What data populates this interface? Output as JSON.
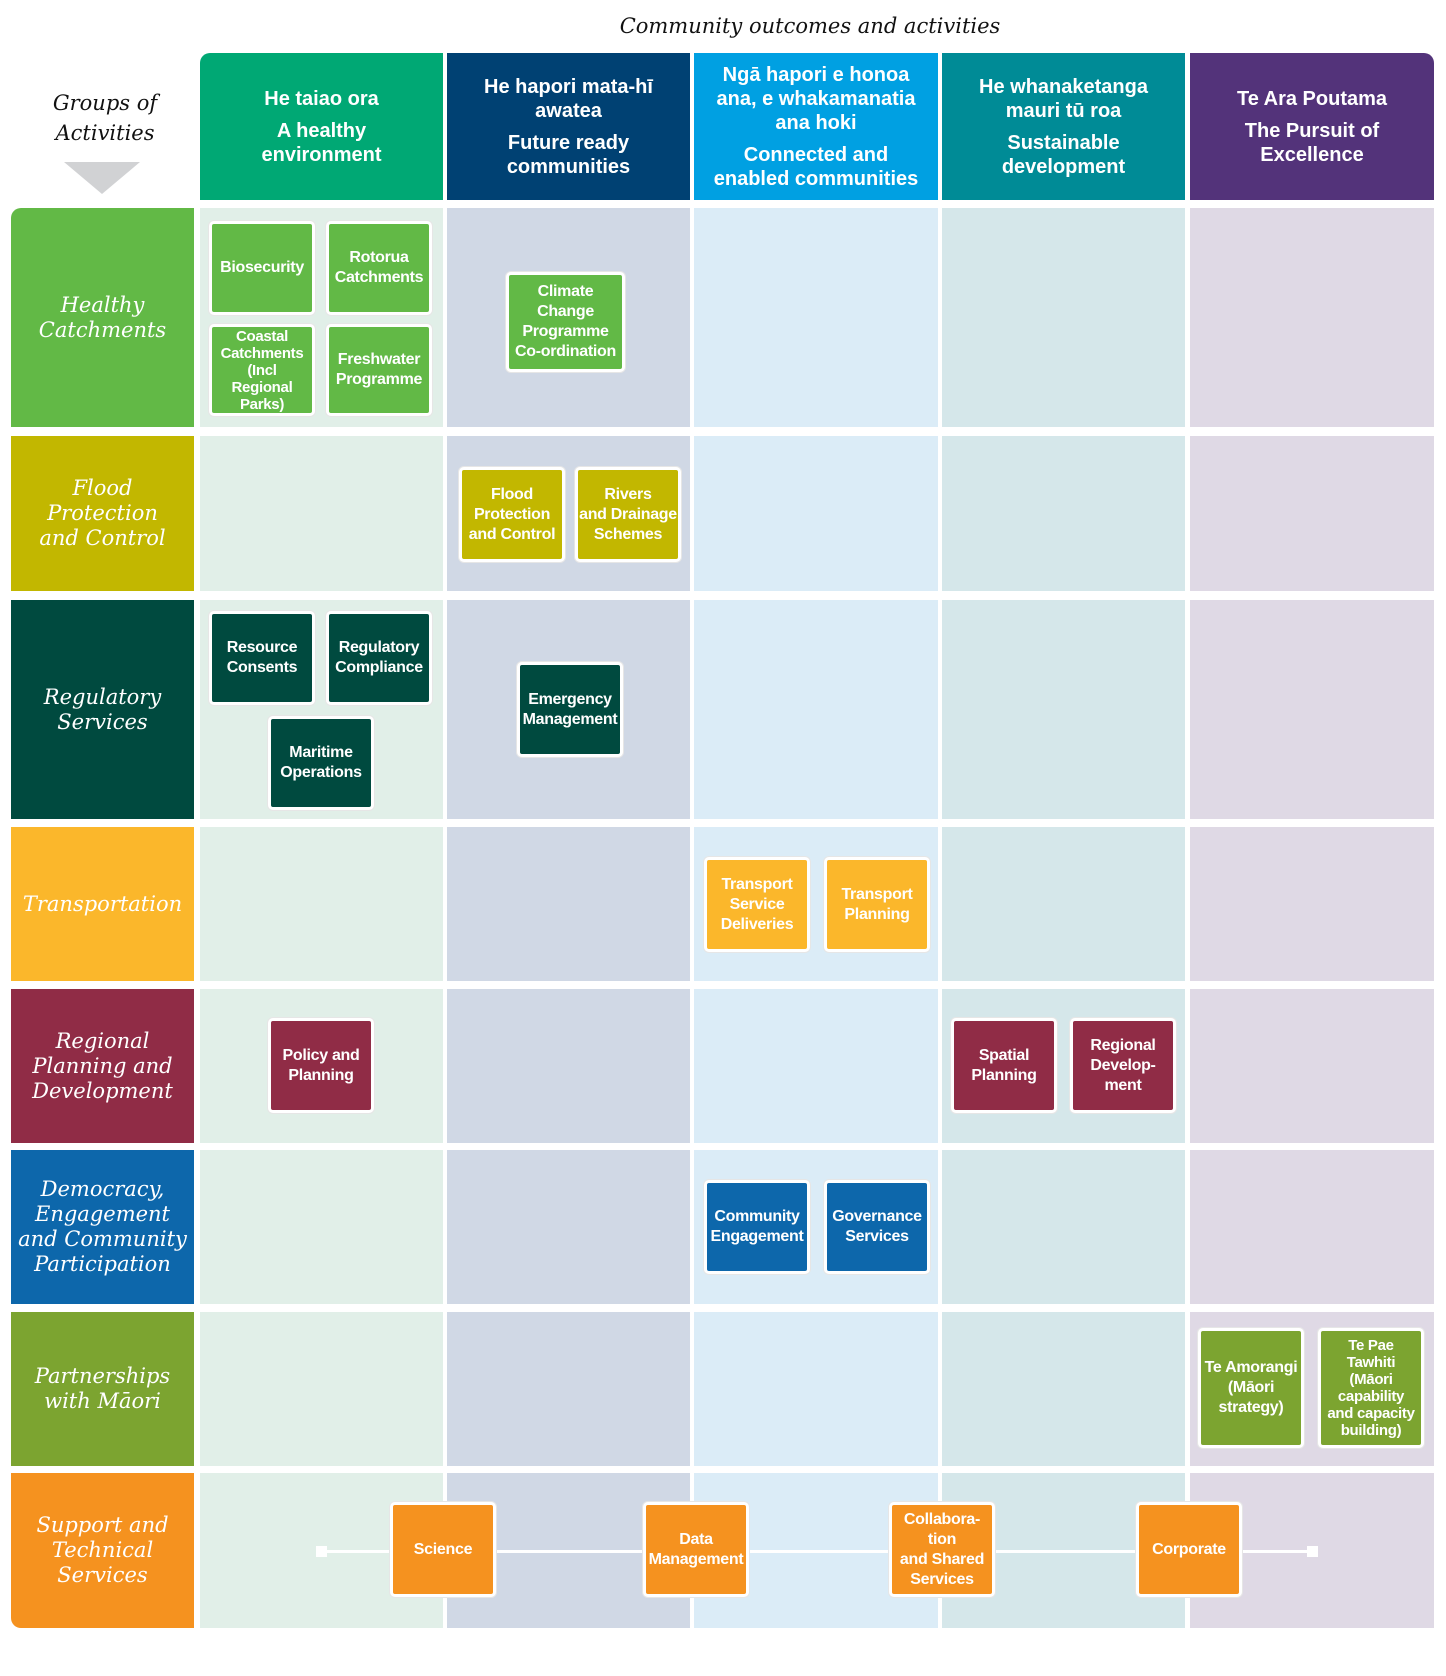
{
  "title": "Community outcomes and activities",
  "groups_label": "Groups of\nActivities",
  "columns": [
    {
      "maori": "He taiao ora",
      "english": "A healthy\nenvironment",
      "color": "#00a874",
      "bg": "#e1efe8"
    },
    {
      "maori": "He hapori mata-hī\nawatea",
      "english": "Future ready\ncommunities",
      "color": "#004173",
      "bg": "#d0d8e5"
    },
    {
      "maori": "Ngā hapori e honoa\nana, e whakamanatia\nana hoki",
      "english": "Connected and\nenabled communities",
      "color": "#00a0e2",
      "bg": "#dbecf7"
    },
    {
      "maori": "He whanaketanga\nmauri tū roa",
      "english": "Sustainable\ndevelopment",
      "color": "#008b96",
      "bg": "#d5e7ea"
    },
    {
      "maori": "Te Ara Poutama",
      "english": "The Pursuit of\nExcellence",
      "color": "#53337a",
      "bg": "#dfd9e5"
    }
  ],
  "rows": [
    {
      "label": "Healthy\nCatchments",
      "color": "#62b946",
      "activities": [
        "Biosecurity",
        "Rotorua\nCatchments",
        "Coastal\nCatchments\n(Incl\nRegional\nParks)",
        "Freshwater\nProgramme",
        "Climate\nChange\nProgramme\nCo-ordination"
      ]
    },
    {
      "label": "Flood\nProtection\nand Control",
      "color": "#c2b700",
      "activities": [
        "Flood\nProtection\nand Control",
        "Rivers\nand Drainage\nSchemes"
      ]
    },
    {
      "label": "Regulatory\nServices",
      "color": "#004a3f",
      "activities": [
        "Resource\nConsents",
        "Regulatory\nCompliance",
        "Maritime\nOperations",
        "Emergency\nManagement"
      ]
    },
    {
      "label": "Transportation",
      "color": "#fbb72b",
      "activities": [
        "Transport\nService\nDeliveries",
        "Transport\nPlanning"
      ]
    },
    {
      "label": "Regional\nPlanning and\nDevelopment",
      "color": "#902c46",
      "activities": [
        "Policy and\nPlanning",
        "Spatial\nPlanning",
        "Regional\nDevelop-\nment"
      ]
    },
    {
      "label": "Democracy,\nEngagement\nand Community\nParticipation",
      "color": "#0d67ab",
      "activities": [
        "Community\nEngagement",
        "Governance\nServices"
      ]
    },
    {
      "label": "Partnerships\nwith Māori",
      "color": "#7ca430",
      "activities": [
        "Te Amorangi\n(Māori\nstrategy)",
        "Te Pae\nTawhiti\n(Māori\ncapability\nand capacity\nbuilding)"
      ]
    },
    {
      "label": "Support and\nTechnical\nServices",
      "color": "#f5921f",
      "activities": [
        "Science",
        "Data\nManagement",
        "Collabora-\ntion\nand Shared\nServices",
        "Corporate"
      ]
    }
  ]
}
